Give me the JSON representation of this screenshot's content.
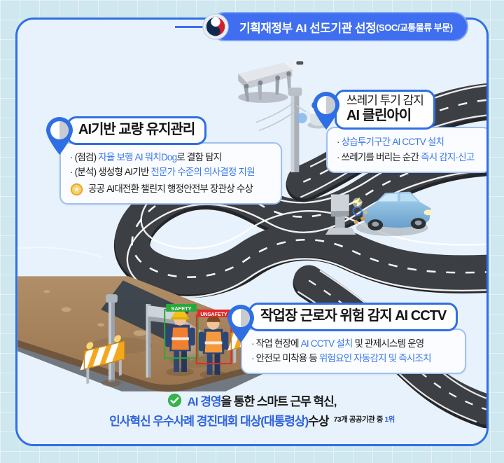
{
  "header": {
    "emblem_icon": "korea-government-taegeuk-emblem",
    "title": "기획재정부 AI 선도기관 선정",
    "subtitle": "(SOC/교통물류 부문)",
    "pill_color": "#3f6ff0"
  },
  "callouts": [
    {
      "id": "bridge",
      "pin_icon": "map-pin-icon",
      "title_line1": "AI기반 교량 유지관리",
      "items": [
        {
          "bullet": "·",
          "parts": [
            {
              "text": "(점검) ",
              "highlight": false
            },
            {
              "text": "자율 보행 AI 워치Dog",
              "highlight": true
            },
            {
              "text": "로 결함 탐지",
              "highlight": false
            }
          ]
        },
        {
          "bullet": "·",
          "parts": [
            {
              "text": "(분석) 생성형 AI기반 ",
              "highlight": false
            },
            {
              "text": "전문가 수준의 의사결정 지원",
              "highlight": true
            }
          ]
        }
      ],
      "award": {
        "icon": "award-rosette-icon",
        "text": "공공 AI대전환 챌린지 행정안전부 장관상 수상"
      }
    },
    {
      "id": "clean-eye",
      "pin_icon": "map-pin-icon",
      "title_line0": "쓰레기 투기 감지",
      "title_line1": "AI 클린아이",
      "items": [
        {
          "bullet": "·",
          "parts": [
            {
              "text": "상습투기구간 AI CCTV 설치",
              "highlight": true
            }
          ]
        },
        {
          "bullet": "·",
          "parts": [
            {
              "text": "쓰레기를 버리는 순간 ",
              "highlight": false
            },
            {
              "text": "즉시 감지·신고",
              "highlight": true
            }
          ]
        }
      ]
    },
    {
      "id": "worker-cctv",
      "pin_icon": "map-pin-icon",
      "title_line1": "작업장 근로자 위험 감지 AI CCTV",
      "items": [
        {
          "bullet": "·",
          "parts": [
            {
              "text": "작업 현장에 ",
              "highlight": false
            },
            {
              "text": "AI CCTV 설치",
              "highlight": true
            },
            {
              "text": " 및 관제시스템 운영",
              "highlight": false
            }
          ]
        },
        {
          "bullet": "·",
          "parts": [
            {
              "text": "안전모 미착용 등 ",
              "highlight": false
            },
            {
              "text": "위험요인 자동감지 및 즉시조치",
              "highlight": true
            }
          ]
        }
      ]
    }
  ],
  "scene": {
    "detection_labels": [
      {
        "text": "SAFETY",
        "color": "#2aa83c"
      },
      {
        "text": "UNSAFETY",
        "color": "#e02b2b"
      }
    ],
    "objects": [
      "robot-dog",
      "inspection-robot",
      "cctv-pole",
      "speed-camera",
      "blue-car",
      "construction-worker-safe",
      "construction-worker-unsafe",
      "road-barrier",
      "street-lamp",
      "highway-road"
    ],
    "colors": {
      "road": "#3c3f44",
      "road_line": "#ffffff",
      "dirt": "#a5805b",
      "sky": "#e8f2fc",
      "car": "#7fb5dd"
    }
  },
  "footer": {
    "check_icon": "green-check-badge-icon",
    "line1_accent": "AI 경영",
    "line1_rest": "을 통한 스마트 근무 혁신,",
    "line2_accent": "인사혁신 우수사례 경진대회 대상(대통령상)",
    "line2_rest": "수상",
    "note_prefix": "73개 공공기관 중 ",
    "note_rank": "1위"
  },
  "theme": {
    "panel_bg": "#e8f2fc",
    "panel_border": "#2f6fe4",
    "outer_bg": "#cfe7ef",
    "accent_blue": "#3a79e8",
    "deep_blue": "#2f62dd"
  }
}
